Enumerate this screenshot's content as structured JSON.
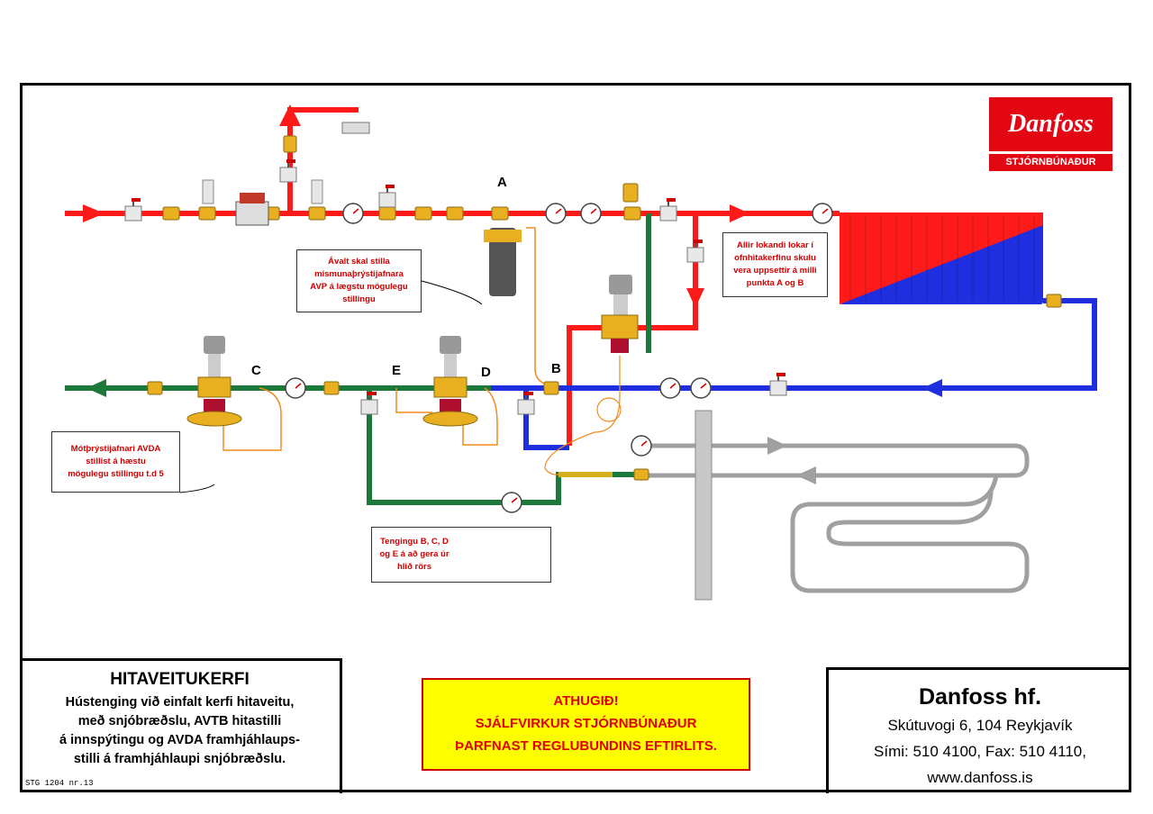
{
  "logo": {
    "brand": "Danfoss",
    "subtitle": "STJÓRNBÚNAÐUR"
  },
  "labels": {
    "a": "A",
    "b": "B",
    "c": "C",
    "d": "D",
    "e": "E"
  },
  "notes": {
    "avp": [
      "Ávalt skal stilla",
      "mismunaþrýstijafnara",
      "AVP á lægstu mögulegu",
      "stillingu"
    ],
    "radiator": [
      "Allir lokandi lokar í",
      "ofnhitakerfinu skulu",
      "vera uppsettir á milli",
      "punkta  A og B"
    ],
    "avda": [
      "Mótþrýstijafnari AVDA",
      "stillist á hæstu",
      "mögulegu stillingu t.d 5"
    ],
    "tapping": [
      "Tengingu  B, C, D",
      "og E á að gera úr",
      "hlið  rörs"
    ]
  },
  "title_block": {
    "title": "HITAVEITUKERFI",
    "lines": [
      "Hústenging við einfalt kerfi hitaveitu,",
      "með snjóbræðslu, AVTB hitastilli",
      "á innspýtingu  og AVDA framhjáhlaups-",
      "stilli á framhjáhlaupi snjóbræðslu."
    ],
    "code": "STG 1204 nr.13"
  },
  "warning": {
    "lines": [
      "ATHUGIÐ!",
      "SJÁLFVIRKUR STJÓRNBÚNAÐUR",
      "ÞARFNAST REGLUBUNDINS EFTIRLITS."
    ]
  },
  "company": {
    "name": "Danfoss hf.",
    "address": "Skútuvogi 6,  104 Reykjavík",
    "phone": "Sími: 510 4100,  Fax: 510 4110,",
    "web": "www.danfoss.is"
  },
  "colors": {
    "supply": "#ff1a1a",
    "return": "#1f2fe0",
    "bypass": "#1b7a3a",
    "snowmelt": "#a0a0a0",
    "capillary": "#f08c1e",
    "fitting": "#e8b020",
    "brand": "#e30613"
  }
}
